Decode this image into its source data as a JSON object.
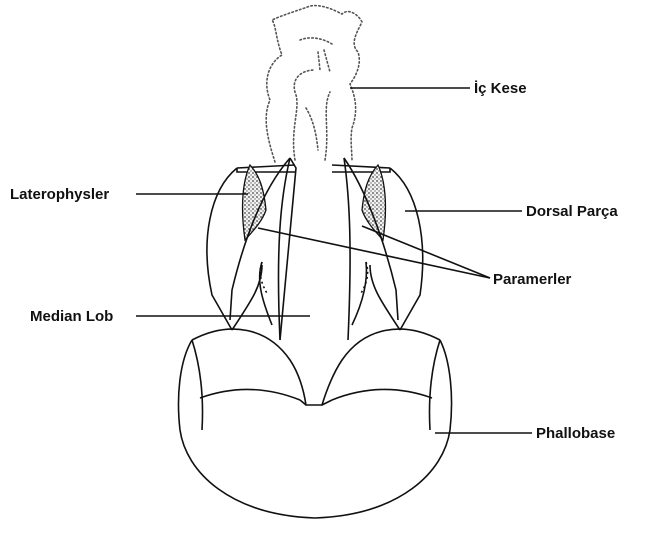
{
  "diagram": {
    "labels": {
      "ic_kese": "İç Kese",
      "laterophysler": "Laterophysler",
      "dorsal_parca": "Dorsal Parça",
      "paramerler": "Paramerler",
      "median_lob": "Median Lob",
      "phallobase": "Phallobase"
    },
    "colors": {
      "ink": "#111111",
      "stipple": "#555555",
      "background": "#ffffff"
    }
  }
}
